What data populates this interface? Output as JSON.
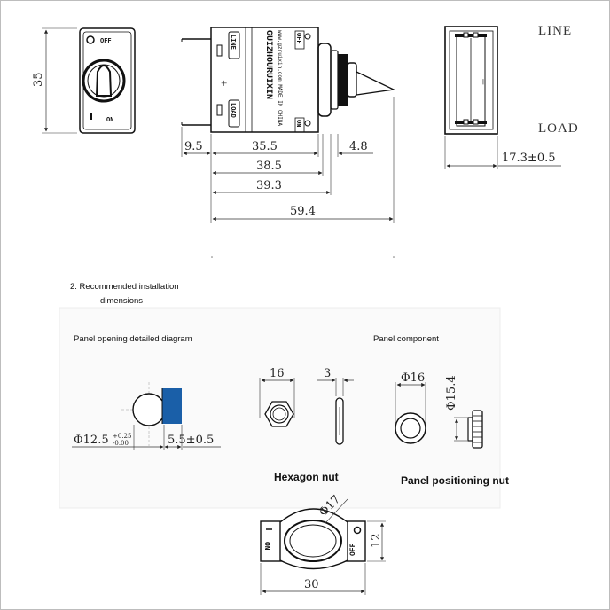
{
  "top_views": {
    "front": {
      "dim_height": "35",
      "off_label": "OFF",
      "on_label": "ON"
    },
    "side": {
      "line_label": "LINE",
      "load_label": "LOAD",
      "brand": "GUIZHOURUIXIN",
      "url": "www.gzruixin.com  MADE IN CHINA",
      "off_label": "OFF",
      "on_label": "ON",
      "dims": {
        "d1": "9.5",
        "d2": "35.5",
        "d3": "4.8",
        "d4": "38.5",
        "d5": "39.3",
        "d6": "59.4"
      }
    },
    "end": {
      "line_label": "LINE",
      "load_label": "LOAD",
      "dim_width": "17.3±0.5"
    }
  },
  "installation": {
    "heading_line1": "2. Recommended installation",
    "heading_line2": "dimensions",
    "opening": {
      "caption": "Panel opening detailed diagram",
      "dia_main": "Φ12.5",
      "tol_upper": "+0.25",
      "tol_lower": "-0.00",
      "flat": "5.5±0.5"
    },
    "component_caption": "Panel component",
    "hex_nut": {
      "caption": "Hexagon nut",
      "dim_width": "16",
      "dim_thickness": "3"
    },
    "positioning_nut": {
      "caption": "Panel positioning nut",
      "dim_outer": "Φ16",
      "dim_thread": "Φ15.4"
    },
    "plate": {
      "dim_hole": "Φ17",
      "dim_height": "12",
      "dim_width": "30",
      "off_label": "OFF",
      "on_label": "ON"
    }
  },
  "colors": {
    "accent": "#1a5fa8",
    "line": "#111111"
  }
}
